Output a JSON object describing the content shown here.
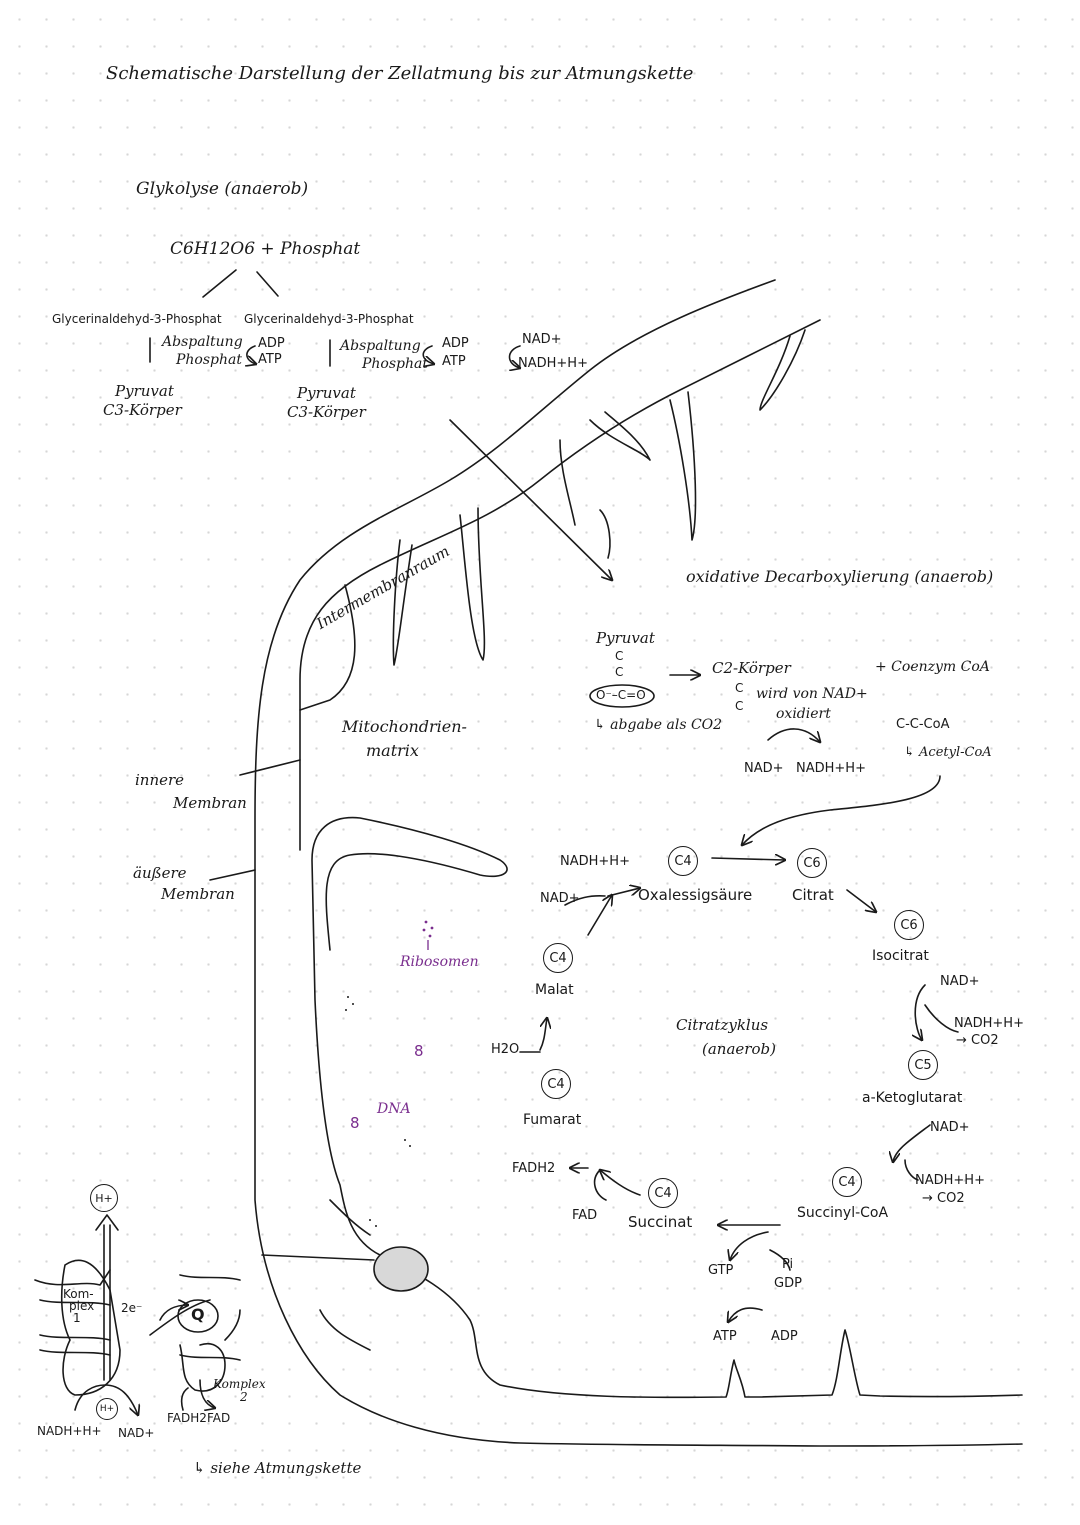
{
  "title": "Schematische Darstellung der Zellatmung bis zur Atmungskette",
  "glycolysis": {
    "heading": "Glykolyse (anaerob)",
    "glucose": "C6H12O6 + Phosphat",
    "gap_left": "Glycerinaldehyd-3-Phosphat",
    "gap_right": "Glycerinaldehyd-3-Phosphat",
    "split_left_1": "Abspaltung",
    "split_left_2": "Phosphat",
    "adp_left": "ADP",
    "atp_left": "ATP",
    "split_right_1": "Abspaltung",
    "split_right_2": "Phosphat",
    "adp_right": "ADP",
    "atp_right": "ATP",
    "nad": "NAD+",
    "nadh": "NADH+H+",
    "pyruvate_left_1": "Pyruvat",
    "pyruvate_left_2": "C3-Körper",
    "pyruvate_right_1": "Pyruvat",
    "pyruvate_right_2": "C3-Körper"
  },
  "mitochondrion": {
    "intermembrane": "Intermembranraum",
    "matrix_1": "Mitochondrien-",
    "matrix_2": "matrix",
    "inner_1": "innere",
    "inner_2": "Membran",
    "outer_1": "äußere",
    "outer_2": "Membran",
    "ribosomes": "Ribosomen",
    "dna": "DNA",
    "dna_mark_1": "8",
    "dna_mark_2": "8"
  },
  "decarboxylation": {
    "heading": "oxidative Decarboxylierung (anaerob)",
    "pyruvate": "Pyruvat",
    "c1": "C",
    "c2": "C",
    "carboxyl": "O⁻–C=O",
    "co2_note": "↳ abgabe als CO2",
    "c2_body": "C2-Körper",
    "c2_c1": "C",
    "c2_c2": "C",
    "oxidized_1": "wird von NAD+",
    "oxidized_2": "oxidiert",
    "nad": "NAD+",
    "nadh": "NADH+H+",
    "coa": "+ Coenzym CoA",
    "ccoa": "C-C-CoA",
    "acetyl": "↳ Acetyl-CoA"
  },
  "citric_cycle": {
    "heading_1": "Citratzyklus",
    "heading_2": "(anaerob)",
    "oxaloacetate": "Oxalessigsäure",
    "citrate": "Citrat",
    "isocitrate": "Isocitrat",
    "ketoglutarate": "a-Ketoglutarat",
    "succinyl": "Succinyl-CoA",
    "succinate": "Succinat",
    "fumarate": "Fumarat",
    "malate": "Malat",
    "c4": "C4",
    "c5": "C5",
    "c6": "C6",
    "nadh_1": "NADH+H+",
    "nad_1": "NAD+",
    "nad_2": "NAD+",
    "nadh_2": "NADH+H+",
    "co2_1": "→ CO2",
    "nad_3": "NAD+",
    "nadh_3": "NADH+H+",
    "co2_2": "→ CO2",
    "gtp": "GTP",
    "pi": "Pi",
    "gdp": "GDP",
    "atp": "ATP",
    "adp": "ADP",
    "fadh2": "FADH2",
    "fad": "FAD",
    "h2o": "H2O"
  },
  "respiratory_chain": {
    "h_top": "H+",
    "h_bottom": "H+",
    "complex1_1": "Kom-",
    "complex1_2": "plex",
    "complex1_3": "1",
    "electrons": "2e⁻",
    "q": "Q",
    "complex2_1": "Komplex",
    "complex2_2": "2",
    "nadh": "NADH+H+",
    "nad": "NAD+",
    "fadh2": "FADH2",
    "fad": "FAD",
    "see_chain": "↳ siehe Atmungskette"
  }
}
